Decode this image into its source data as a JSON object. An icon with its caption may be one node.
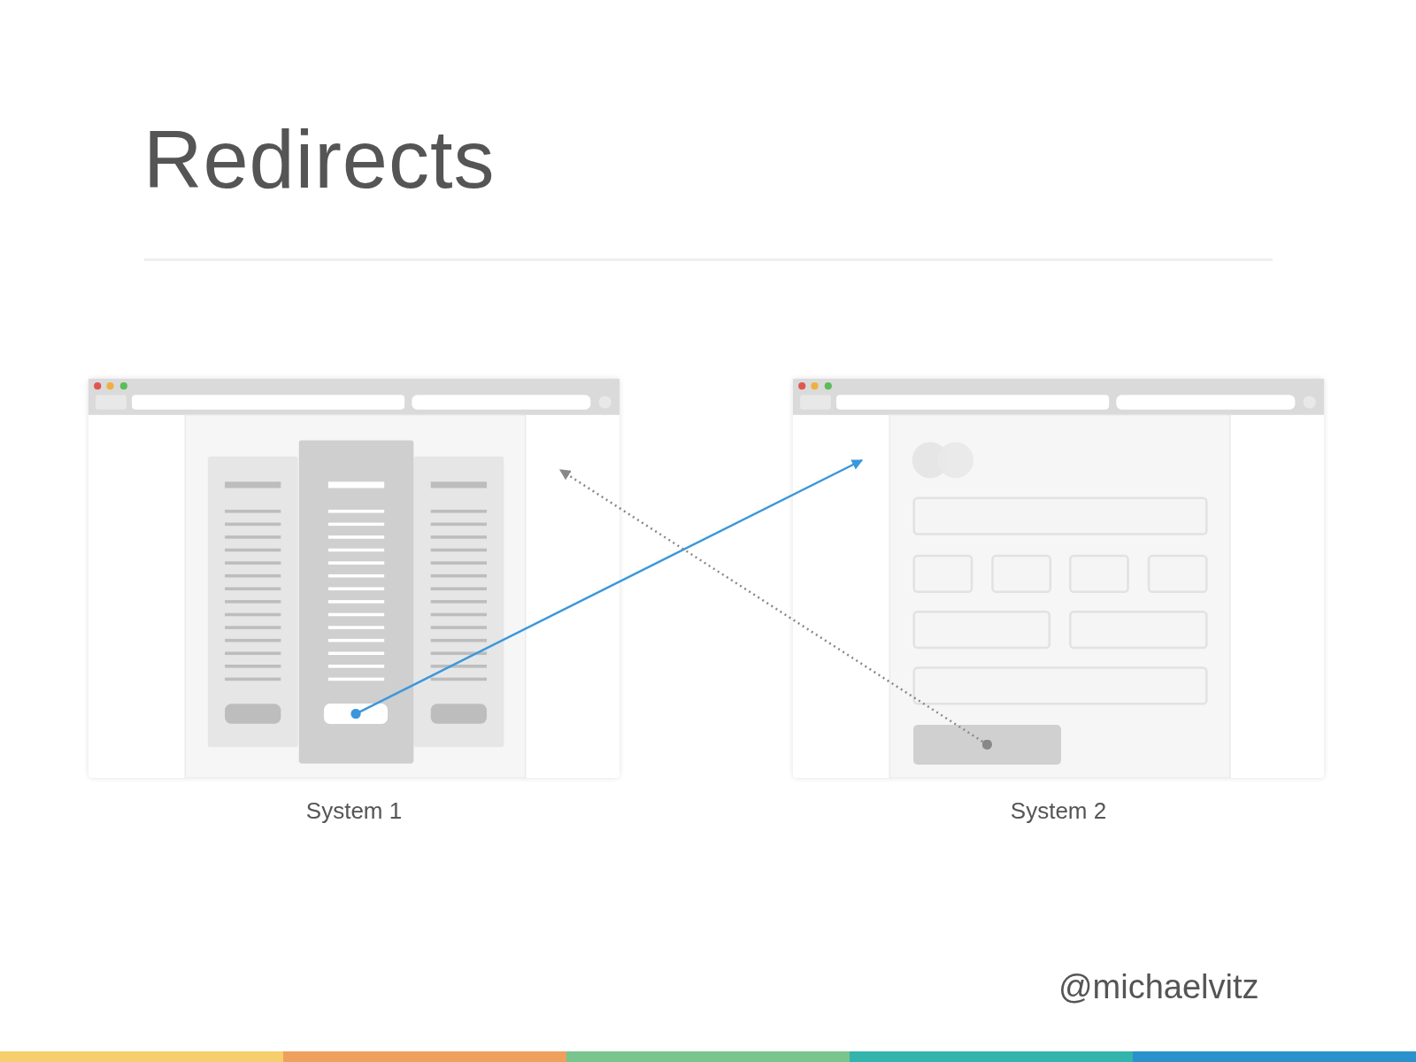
{
  "diagram": {
    "title": "Redirects",
    "nodes": [
      {
        "text": [],
        "shape": "box",
        "beside": [
          "System 1"
        ]
      },
      {
        "text": [],
        "shape": "box",
        "beside": [
          "System 2"
        ]
      },
      {
        "text": [],
        "shape": "box",
        "in": 0
      },
      {
        "text": [],
        "shape": "box",
        "in": 1
      }
    ],
    "edges": [
      {
        "from": 2,
        "to": 1,
        "arrow": "to",
        "color": "#3a97dc"
      },
      {
        "from": 3,
        "to": 0,
        "arrow": "to",
        "style": "dashed",
        "color": "#888888"
      }
    ],
    "labels": [
      "@michaelvitz"
    ]
  }
}
